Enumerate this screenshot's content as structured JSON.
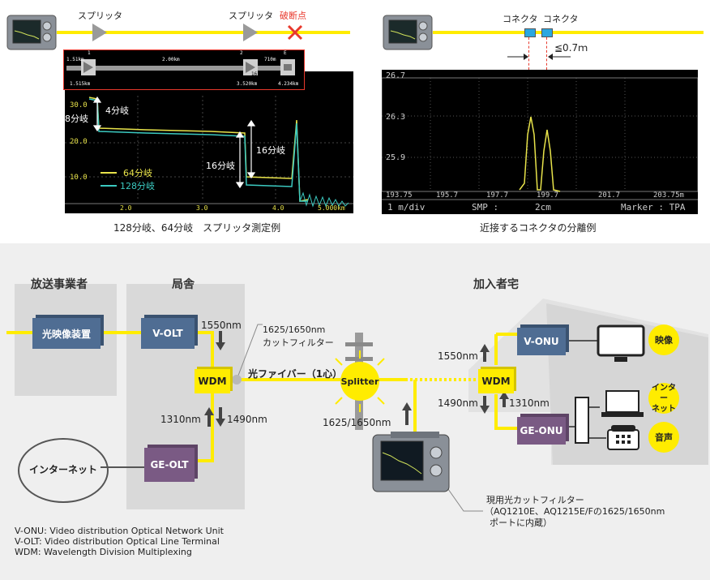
{
  "top_left": {
    "splitter1_label": "スプリッタ",
    "splitter2_label": "スプリッタ",
    "break_label": "破断点",
    "map": {
      "ev1_num": "1",
      "ev1_dist_top": "1.51km",
      "ev1_ratio": "8",
      "ev1_dist_bot": "1.515km",
      "mid_span": "2.00km",
      "ev2_num": "2",
      "ev2_ratio": "16",
      "ev2_dist_bot": "3.520km",
      "end_span": "710m",
      "ev3_label": "E",
      "ev3_dist_bot": "4.234km"
    },
    "trace": {
      "y_ticks": [
        "30.0",
        "20.0",
        "10.0"
      ],
      "x_ticks": [
        "2.0",
        "3.0",
        "4.0"
      ],
      "x_end": "5.000km",
      "annot_4": "4分岐",
      "annot_8": "8分岐",
      "annot_16a": "16分岐",
      "annot_16b": "16分岐",
      "legend_64": "64分岐",
      "legend_128": "128分岐"
    },
    "caption": "128分岐、64分岐　スプリッタ測定例"
  },
  "top_right": {
    "connector1_label": "コネクタ",
    "connector2_label": "コネクタ",
    "gap_label": "≦0.7ｍ",
    "trace": {
      "y_ticks": [
        "26.7",
        "26.3",
        "25.9"
      ],
      "x_ticks": [
        "193.75",
        "195.7",
        "197.7",
        "199.7",
        "201.7",
        "203.75m"
      ],
      "status_left": "1 m/div",
      "status_smp": "SMP :",
      "status_res": "2cm",
      "status_marker": "Marker : TPA"
    },
    "caption": "近接するコネクタの分離例"
  },
  "network": {
    "zone_broadcaster": "放送事業者",
    "zone_office": "局舎",
    "zone_subscriber": "加入者宅",
    "video_device": "光映像装置",
    "volt": "V-OLT",
    "geolt": "GE-OLT",
    "wdm_office": "WDM",
    "internet": "インターネット",
    "wl_1550_office": "1550nm",
    "wl_1310_office": "1310nm",
    "wl_1490_office": "1490nm",
    "filter_label_1": "1625/1650nm",
    "filter_label_2": "カットフィルター",
    "fiber_label": "光ファイバー（1心）",
    "splitter": "Splitter",
    "wl_test": "1625/1650nm",
    "wdm_home": "WDM",
    "vonu": "V-ONU",
    "geonu": "GE-ONU",
    "wl_1550_home": "1550nm",
    "wl_1490_home": "1490nm",
    "wl_1310_home": "1310nm",
    "svc_video": "映像",
    "svc_internet": "インター\nネット",
    "svc_phone": "音声",
    "tester_note_1": "現用光カットフィルター",
    "tester_note_2": "（AQ1210E、AQ1215E/Fの1625/1650nm",
    "tester_note_3": "ポートに内蔵）"
  },
  "legend": [
    "V-ONU: Video distribution Optical Network Unit",
    "V-OLT: Video distribution Optical Line Terminal",
    "WDM: Wavelength Division Multiplexing"
  ],
  "colors": {
    "fiber": "#ffec00",
    "box_blue": "#4f6d93",
    "box_purple": "#7a5a84",
    "trace_yellow": "#e8e34a",
    "trace_cyan": "#3bc9c0",
    "break_red": "#e8382c",
    "connector_blue": "#2aa7e0"
  }
}
